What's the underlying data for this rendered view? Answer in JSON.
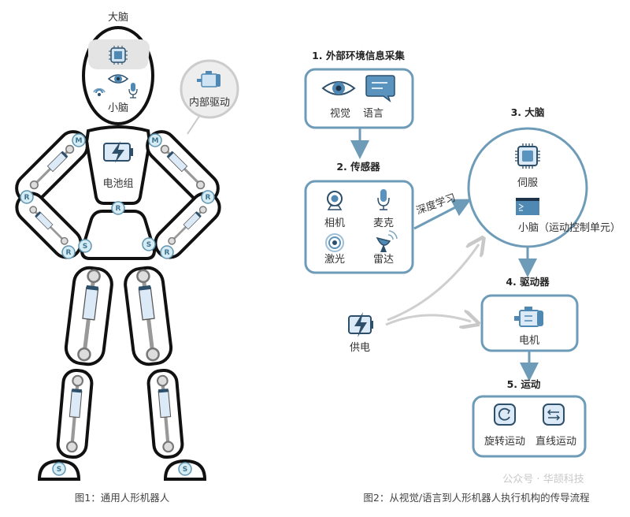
{
  "figure1": {
    "brain_label": "大脑",
    "cerebellum_label": "小脑",
    "internal_drive_label": "内部驱动",
    "battery_label": "电池组",
    "joints": {
      "motor": "M",
      "rotary": "R",
      "spherical": "S"
    },
    "caption": "图1：通用人形机器人"
  },
  "figure2": {
    "step1": {
      "title": "1.  外部环境信息采集",
      "items": [
        "视觉",
        "语言"
      ]
    },
    "step2": {
      "title": "2. 传感器",
      "items": [
        "相机",
        "麦克",
        "激光",
        "雷达"
      ]
    },
    "edge_label": "深度学习",
    "step3": {
      "title": "3. 大脑",
      "items": [
        "伺服",
        "小脑（运动控制单元）"
      ]
    },
    "step4": {
      "title": "4.  驱动器",
      "items": [
        "电机"
      ]
    },
    "step5": {
      "title": "5.   运动",
      "items": [
        "旋转运动",
        "直线运动"
      ]
    },
    "power_label": "供电",
    "caption": "图2：从视觉/语言到人形机器人执行机构的传导流程"
  },
  "watermark": "公众号 · 华颉科技",
  "colors": {
    "accent": "#6e9cb8",
    "joint_fill": "#d6ecf5",
    "icon_blue": "#4f88b3",
    "outline": "#111111"
  }
}
